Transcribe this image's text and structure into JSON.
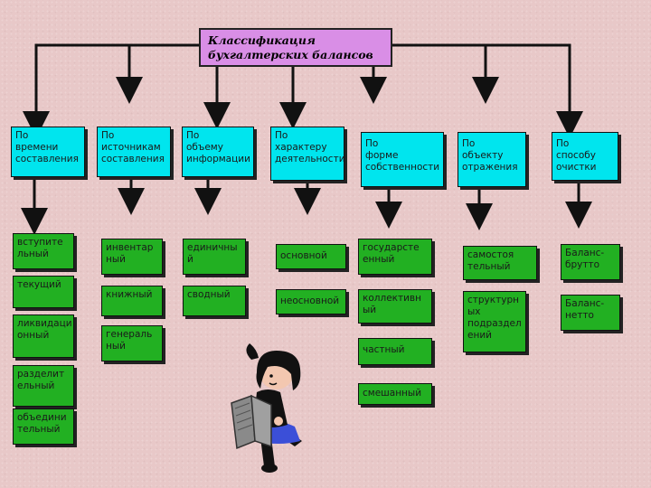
{
  "title": "Классификация\nбухгалтерских балансов",
  "categories": [
    "По\nвремени\nсоставления",
    "По\nисточникам\nсоставления",
    "По\nобъему\nинформации",
    "По\nхарактеру\nдеятельности",
    "По\nформе\nсобственности",
    "По\nобъекту\nотражения",
    "По\nспособу\nочистки"
  ],
  "items": {
    "time": [
      "вступите\nльный",
      "текущий",
      "ликвидаци\nонный",
      "разделит\nельный",
      "объедини\nтельный"
    ],
    "sources": [
      "инвентар\nный",
      "книжный",
      "генераль\nный"
    ],
    "volume": [
      "единичны\nй",
      "сводный"
    ],
    "activity": [
      "основной",
      "неосновной"
    ],
    "ownership": [
      "государсте\nенный",
      "коллективн\nый",
      "частный",
      "смешанный"
    ],
    "object": [
      "самостоя\nтельный",
      "структурн\nых\nподраздел\nений"
    ],
    "cleaning": [
      "Баланс-\nбрутто",
      "Баланс-\nнетто"
    ]
  },
  "colors": {
    "title_bg": "#d98ee6",
    "category_bg": "#00e5ee",
    "item_bg": "#22b022",
    "background": "#e8c8c8"
  },
  "illustration": "girl-reading-book-icon"
}
